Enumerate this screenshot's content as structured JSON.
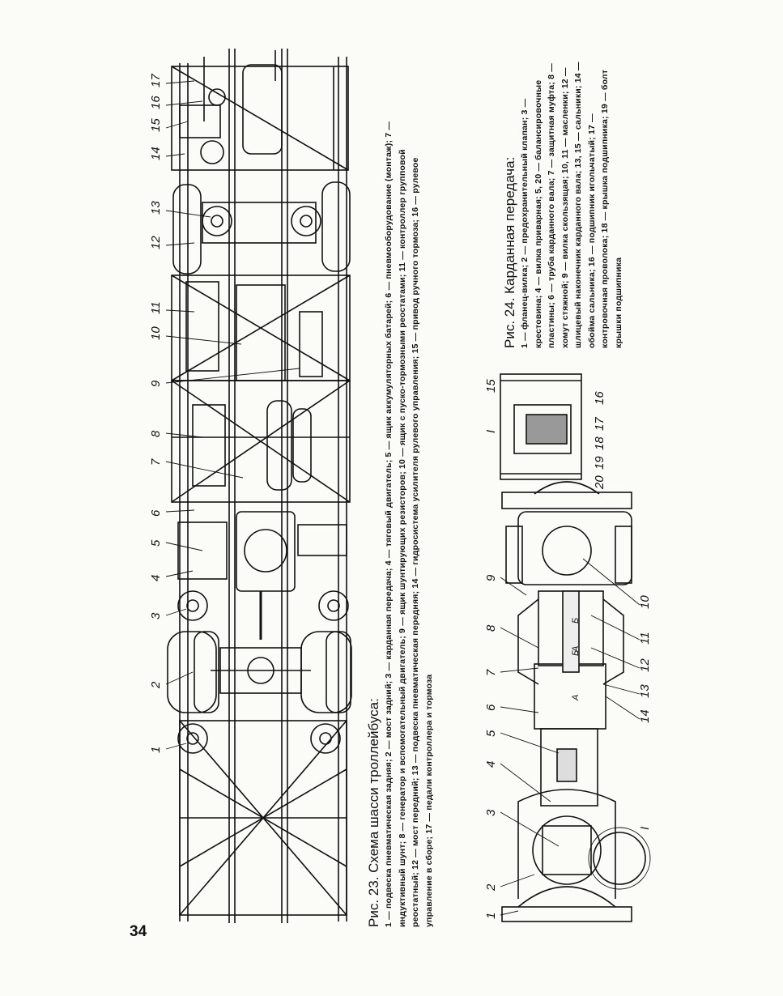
{
  "page_number": "34",
  "fig23": {
    "title": "Рис. 23. Схема шасси троллейбуса:",
    "text": "1 — подвеска пневматическая задняя; 2 — мост задний; 3 — карданная передача; 4 — тяговый двигатель; 5 — ящик аккумуляторных батарей; 6 — пневмооборудование (монтаж); 7 — индуктивный шунт; 8 — генератор и вспомогательный двигатель; 9 — ящик шунтирующих резисторов; 10 — ящик с пуско-тормозными реостатами; 11 — контроллер групповой реостатный; 12 — мост передний; 13 — подвеска пневматическая передняя; 14 — гидросистема усилителя рулевого управления; 15 — привод ручного тормоза; 16 — рулевое управление в сборе; 17 — педали контроллера и тормоза",
    "labels": [
      "1",
      "2",
      "3",
      "4",
      "5",
      "6",
      "7",
      "8",
      "9",
      "10",
      "11",
      "12",
      "13",
      "14",
      "15",
      "16",
      "17"
    ]
  },
  "fig24": {
    "title": "Рис. 24. Карданная передача:",
    "text": "1 — фланец-вилка; 2 — предохранительный клапан; 3 — крестовина; 4 — вилка приварная; 5, 20 — балансировочные пластины; 6 — труба карданного вала; 7 — защитная муфта; 8 — хомут стяжной; 9 — вилка скользящая; 10, 11 — масленки; 12 — шлицевый наконечник карданного вала; 13, 15 — сальники; 14 — обойма сальника; 16 — подшипник игольчатый; 17 — контровочная проволока; 18 — крышка подшипника; 19 — болт крышки подшипника",
    "labels": [
      "1",
      "2",
      "3",
      "4",
      "5",
      "6",
      "7",
      "8",
      "9",
      "10",
      "11",
      "12",
      "13",
      "14"
    ],
    "detail_title": "I",
    "detail_labels": [
      "15",
      "16",
      "17",
      "18",
      "19",
      "20"
    ],
    "section_labels": [
      "A",
      "A",
      "Б",
      "Б"
    ],
    "detail_ref": "I"
  }
}
